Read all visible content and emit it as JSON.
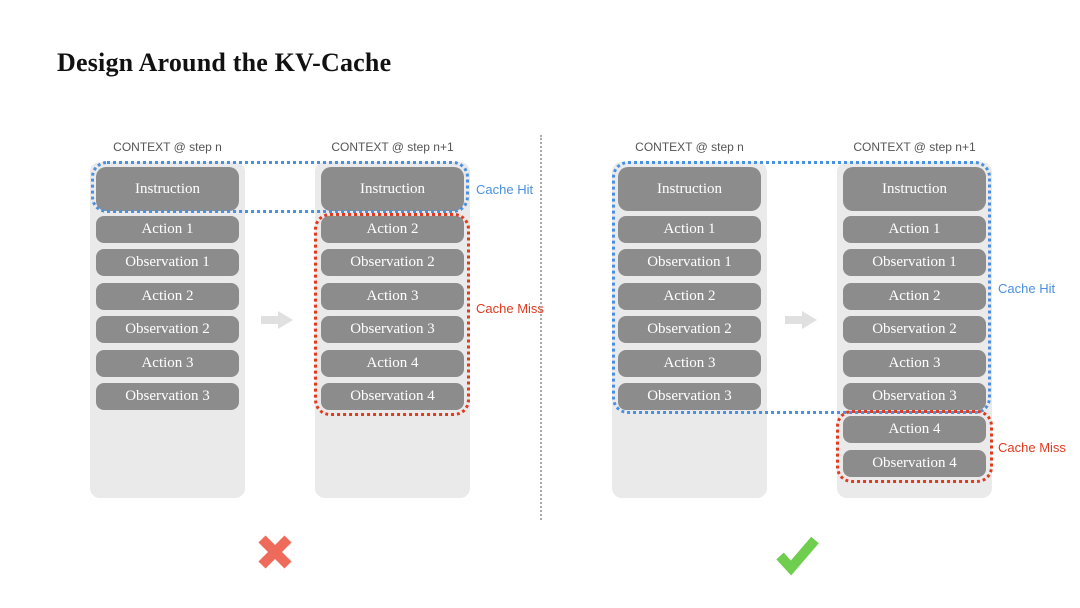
{
  "title": "Design Around the KV-Cache",
  "bad_example": {
    "verdict_icon": "cross-icon",
    "before": {
      "header": "CONTEXT @ step n",
      "boxes": [
        "Instruction",
        "Action 1",
        "Observation 1",
        "Action 2",
        "Observation 2",
        "Action 3",
        "Observation 3"
      ]
    },
    "after": {
      "header": "CONTEXT @ step n+1",
      "boxes": [
        "Instruction",
        "Action 2",
        "Observation 2",
        "Action 3",
        "Observation 3",
        "Action 4",
        "Observation 4"
      ]
    },
    "cache_hit_label": "Cache Hit",
    "cache_miss_label": "Cache Miss"
  },
  "good_example": {
    "verdict_icon": "check-icon",
    "before": {
      "header": "CONTEXT @ step n",
      "boxes": [
        "Instruction",
        "Action 1",
        "Observation 1",
        "Action 2",
        "Observation 2",
        "Action 3",
        "Observation 3"
      ]
    },
    "after": {
      "header": "CONTEXT @ step n+1",
      "boxes": [
        "Instruction",
        "Action 1",
        "Observation 1",
        "Action 2",
        "Observation 2",
        "Action 3",
        "Observation 3",
        "Action 4",
        "Observation 4"
      ]
    },
    "cache_hit_label": "Cache Hit",
    "cache_miss_label": "Cache Miss"
  },
  "colors": {
    "cache_hit": "#4a90e2",
    "cache_miss": "#e23a1f",
    "box": "#8c8c8c",
    "box_text": "#ffffff",
    "container": "#eaeaea",
    "cross": "#ee6b5b",
    "check": "#6fce4e",
    "arrow": "#e0e0e0",
    "divider": "#a9a9a9"
  }
}
